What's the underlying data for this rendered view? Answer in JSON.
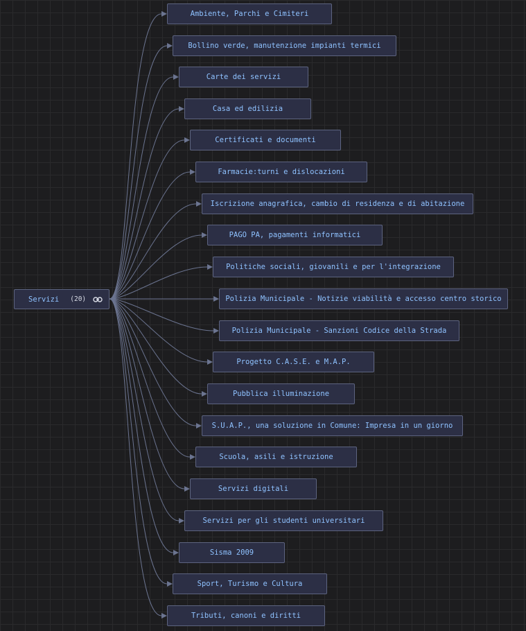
{
  "root": {
    "label": "Servizi",
    "count": "(20)"
  },
  "children": [
    "Ambiente, Parchi e Cimiteri",
    "Bollino verde, manutenzione impianti termici",
    "Carte dei servizi",
    "Casa ed edilizia",
    "Certificati e documenti",
    "Farmacie:turni e dislocazioni",
    "Iscrizione anagrafica, cambio di residenza e di abitazione",
    "PAGO PA, pagamenti informatici",
    "Politiche sociali, giovanili e per l'integrazione",
    "Polizia Municipale - Notizie viabilità e accesso centro storico",
    "Polizia Municipale - Sanzioni Codice della Strada",
    "Progetto C.A.S.E. e M.A.P.",
    "Pubblica illuminazione",
    "S.U.A.P., una soluzione in Comune: Impresa in un giorno",
    "Scuola, asili e istruzione",
    "Servizi digitali",
    "Servizi per gli studenti universitari",
    "Sisma 2009",
    "Sport, Turismo e Cultura",
    "Tributi, canoni e diritti"
  ],
  "colors": {
    "node_bg": "#2c2f45",
    "node_border": "#5d6480",
    "label": "#8fc2ff",
    "edge": "#6b7490"
  }
}
